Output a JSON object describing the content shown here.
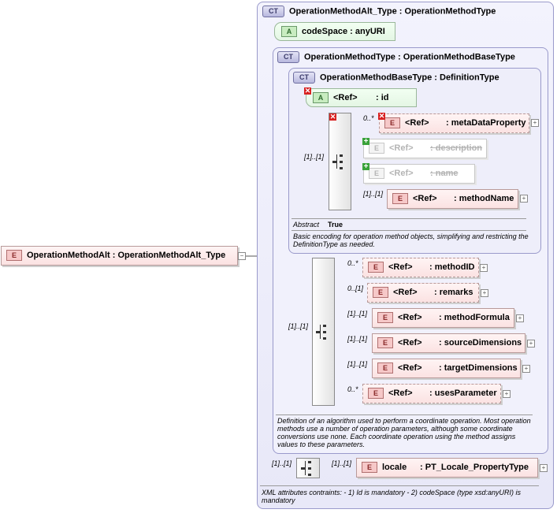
{
  "root": {
    "badge": "E",
    "name": "OperationMethodAlt",
    "type": "OperationMethodAlt_Type"
  },
  "ct_outer": {
    "badge": "CT",
    "name": "OperationMethodAlt_Type",
    "base": "OperationMethodType",
    "footer": "XML attributes contraints: - 1) Id is mandatory - 2) codeSpace (type xsd:anyURI) is mandatory"
  },
  "attr_codespace": {
    "badge": "A",
    "name": "codeSpace",
    "type": "anyURI"
  },
  "ct_method": {
    "badge": "CT",
    "name": "OperationMethodType",
    "base": "OperationMethodBaseType",
    "description": "Definition of an algorithm used to perform a coordinate operation. Most operation methods use a number of operation parameters, although some coordinate conversions use none. Each coordinate operation using the method assigns values to these parameters."
  },
  "ct_base": {
    "badge": "CT",
    "name": "OperationMethodBaseType",
    "base": "DefinitionType",
    "abstract_label": "Abstract",
    "abstract_value": "True",
    "description": "Basic encoding for operation method objects, simplifying and restricting the DefinitionType as needed."
  },
  "attr_id": {
    "badge": "A",
    "ref": "<Ref>",
    "name": "id"
  },
  "ref_prefix": "<Ref>",
  "base_seq": {
    "card": "[1]..[1]",
    "items": [
      {
        "card": "0..*",
        "name": "metaDataProperty"
      },
      {
        "card": "",
        "name": "description"
      },
      {
        "card": "",
        "name": "name"
      },
      {
        "card": "[1]..[1]",
        "name": "methodName"
      }
    ]
  },
  "method_seq": {
    "card": "[1]..[1]",
    "items": [
      {
        "card": "0..*",
        "name": "methodID"
      },
      {
        "card": "0..[1]",
        "name": "remarks"
      },
      {
        "card": "[1]..[1]",
        "name": "methodFormula"
      },
      {
        "card": "[1]..[1]",
        "name": "sourceDimensions"
      },
      {
        "card": "[1]..[1]",
        "name": "targetDimensions"
      },
      {
        "card": "0..*",
        "name": "usesParameter"
      }
    ]
  },
  "locale_seq": {
    "card": "[1]..[1]",
    "item_card": "[1]..[1]",
    "badge": "E",
    "name": "locale",
    "type": "PT_Locale_PropertyType"
  },
  "glyphs": {
    "expand": "+",
    "collapse": "−",
    "remove": "✕",
    "add": "+"
  }
}
